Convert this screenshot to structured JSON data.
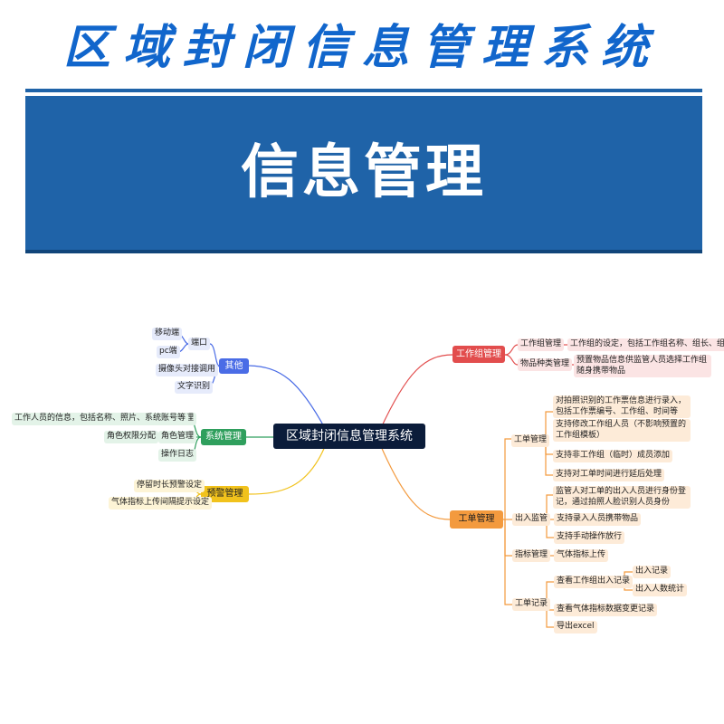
{
  "header": {
    "title": "区域封闭信息管理系统",
    "banner": "信息管理"
  },
  "map": {
    "root": "区域封闭信息管理系统",
    "other": {
      "label": "其他",
      "port": "端口",
      "mobile": "移动端",
      "pc": "pc端",
      "camera": "摄像头对接调用",
      "ocr": "文字识别"
    },
    "system": {
      "label": "系统管理",
      "personnel": "人员管理",
      "personnel_info": "工作人员的信息，包括名称、照片、系统账号等",
      "role": "角色管理",
      "role_perm": "角色权限分配",
      "oplog": "操作日志"
    },
    "alert": {
      "label": "预警管理",
      "overtime": "停留时长预警设定",
      "gas": "气体指标上传间隔提示设定"
    },
    "workgroup": {
      "label": "工作组管理",
      "wg": "工作组管理",
      "wg_desc": "工作组的设定，包括工作组名称、组长、组员等",
      "item": "物品种类管理",
      "item_desc": "预置物品信息供监管人员选择工作组随身携带物品"
    },
    "workorder": {
      "label": "工单管理",
      "wo": "工单管理",
      "wo1": "对拍照识别的工作票信息进行录入，包括工作票编号、工作组、时间等",
      "wo2": "支持修改工作组人员（不影响预置的工作组模板）",
      "wo3": "支持非工作组（临时）成员添加",
      "wo4": "支持对工单时间进行延后处理",
      "io": "出入监管",
      "io1": "监管人对工单的出入人员进行身份登记，通过拍照人脸识别人员身份",
      "io2": "支持录入人员携带物品",
      "io3": "支持手动操作放行",
      "indicator": "指标管理",
      "ind1": "气体指标上传",
      "record": "工单记录",
      "rec1": "查看工作组出入记录",
      "rec1a": "出入记录",
      "rec1b": "出入人数统计",
      "rec2": "查看气体指标数据变更记录",
      "rec3": "导出excel"
    }
  },
  "colors": {
    "blue": "#4a6ce6",
    "green": "#2f9f5d",
    "yellow": "#f1c21c",
    "red": "#e24d4d",
    "orange": "#f39a3e",
    "banner": "#1f63a8",
    "title": "#1166cc"
  }
}
